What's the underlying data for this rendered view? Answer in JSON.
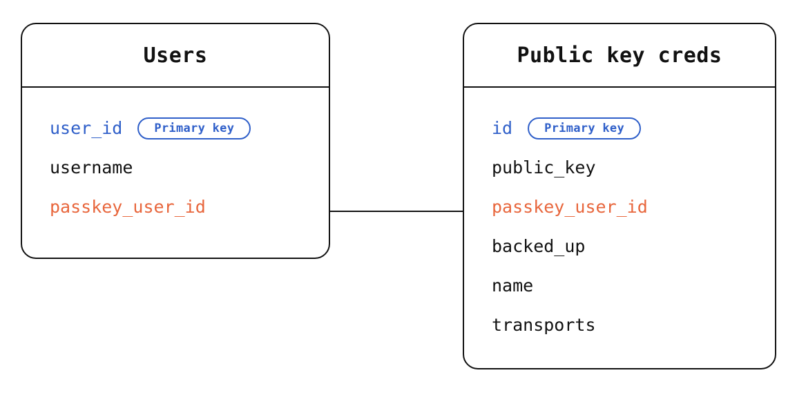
{
  "diagram": {
    "type": "entity-relationship-diagram",
    "background_color": "#ffffff",
    "colors": {
      "primary_key": "#2f5fc9",
      "foreign_key": "#e8663c",
      "text": "#111111",
      "border": "#111111"
    },
    "entities": [
      {
        "id": "users",
        "title": "Users",
        "fields": [
          {
            "name": "user_id",
            "role": "pk",
            "badge": "Primary key"
          },
          {
            "name": "username",
            "role": "normal",
            "badge": null
          },
          {
            "name": "passkey_user_id",
            "role": "fk",
            "badge": null
          }
        ]
      },
      {
        "id": "public-key-creds",
        "title": "Public key creds",
        "fields": [
          {
            "name": "id",
            "role": "pk",
            "badge": "Primary key"
          },
          {
            "name": "public_key",
            "role": "normal",
            "badge": null
          },
          {
            "name": "passkey_user_id",
            "role": "fk",
            "badge": null
          },
          {
            "name": "backed_up",
            "role": "normal",
            "badge": null
          },
          {
            "name": "name",
            "role": "normal",
            "badge": null
          },
          {
            "name": "transports",
            "role": "normal",
            "badge": null
          }
        ]
      }
    ],
    "relationships": [
      {
        "id": "users-creds",
        "from_entity": "users",
        "from_field": "passkey_user_id",
        "to_entity": "public-key-creds",
        "to_field": "passkey_user_id",
        "style": "solid-line"
      }
    ]
  }
}
